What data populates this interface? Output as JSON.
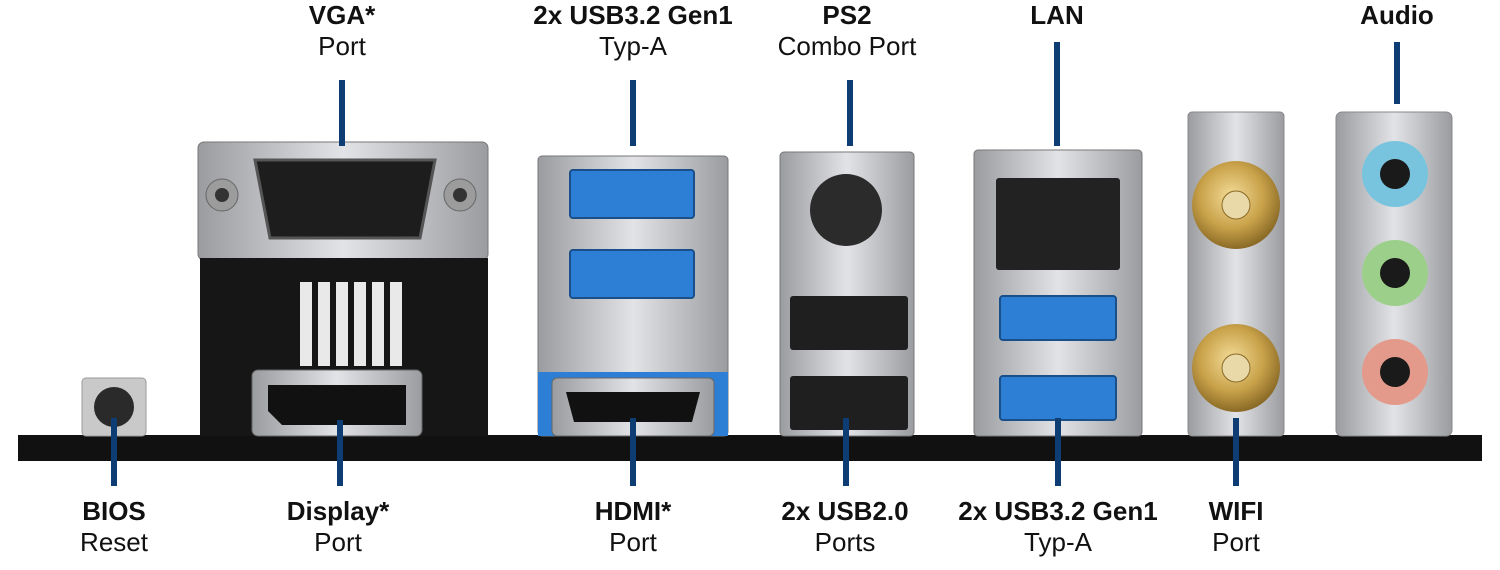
{
  "colors": {
    "leader": "#0d3d73",
    "bar": "#111111",
    "usb3_blue": "#2d7fd6",
    "audio_blue": "#78c4de",
    "audio_green": "#9cd08a",
    "audio_pink": "#e49a8a",
    "gold": "#c9a24a",
    "metal": "#c8c9cc"
  },
  "labels_top": [
    {
      "id": "vga",
      "title": "VGA*",
      "sub": "Port"
    },
    {
      "id": "usb32-top",
      "title": "2x USB3.2 Gen1",
      "sub": "Typ-A"
    },
    {
      "id": "ps2",
      "title": "PS2",
      "sub": "Combo Port"
    },
    {
      "id": "lan",
      "title": "LAN",
      "sub": ""
    },
    {
      "id": "audio",
      "title": "Audio",
      "sub": ""
    }
  ],
  "labels_bottom": [
    {
      "id": "bios",
      "title": "BIOS",
      "sub": "Reset"
    },
    {
      "id": "display",
      "title": "Display*",
      "sub": "Port"
    },
    {
      "id": "hdmi",
      "title": "HDMI*",
      "sub": "Port"
    },
    {
      "id": "usb20",
      "title": "2x USB2.0",
      "sub": "Ports"
    },
    {
      "id": "usb32-bottom",
      "title": "2x USB3.2 Gen1",
      "sub": "Typ-A"
    },
    {
      "id": "wifi",
      "title": "WIFI",
      "sub": "Port"
    }
  ]
}
